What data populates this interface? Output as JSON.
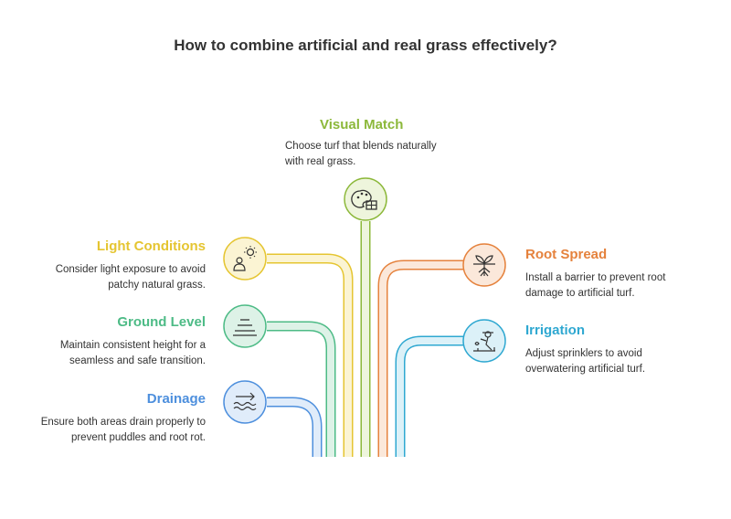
{
  "title": "How to combine artificial and real grass effectively?",
  "items": {
    "visual_match": {
      "heading": "Visual Match",
      "lines": [
        "Choose turf that blends naturally",
        "with real grass."
      ],
      "color": "#8cb83a",
      "fill": "#eef5dc",
      "icon": "palette-icon"
    },
    "light_conditions": {
      "heading": "Light Conditions",
      "lines": [
        "Consider light exposure to avoid",
        "patchy natural grass."
      ],
      "color": "#e5c531",
      "fill": "#fbf4d3",
      "icon": "sun-person-icon"
    },
    "ground_level": {
      "heading": "Ground Level",
      "lines": [
        "Maintain consistent height for a",
        "seamless and safe transition."
      ],
      "color": "#4dbb86",
      "fill": "#ddf2e7",
      "icon": "level-layers-icon"
    },
    "drainage": {
      "heading": "Drainage",
      "lines": [
        "Ensure both areas drain properly to",
        "prevent puddles and root rot."
      ],
      "color": "#4d8fdd",
      "fill": "#e0ecfa",
      "icon": "water-flow-icon"
    },
    "root_spread": {
      "heading": "Root Spread",
      "lines": [
        "Install a barrier to prevent root",
        "damage to artificial turf."
      ],
      "color": "#e5823d",
      "fill": "#fbe8da",
      "icon": "roots-icon"
    },
    "irrigation": {
      "heading": "Irrigation",
      "lines": [
        "Adjust sprinklers to avoid",
        "overwatering artificial turf."
      ],
      "color": "#2fa8d1",
      "fill": "#dcf1f8",
      "icon": "sprinkler-icon"
    }
  }
}
